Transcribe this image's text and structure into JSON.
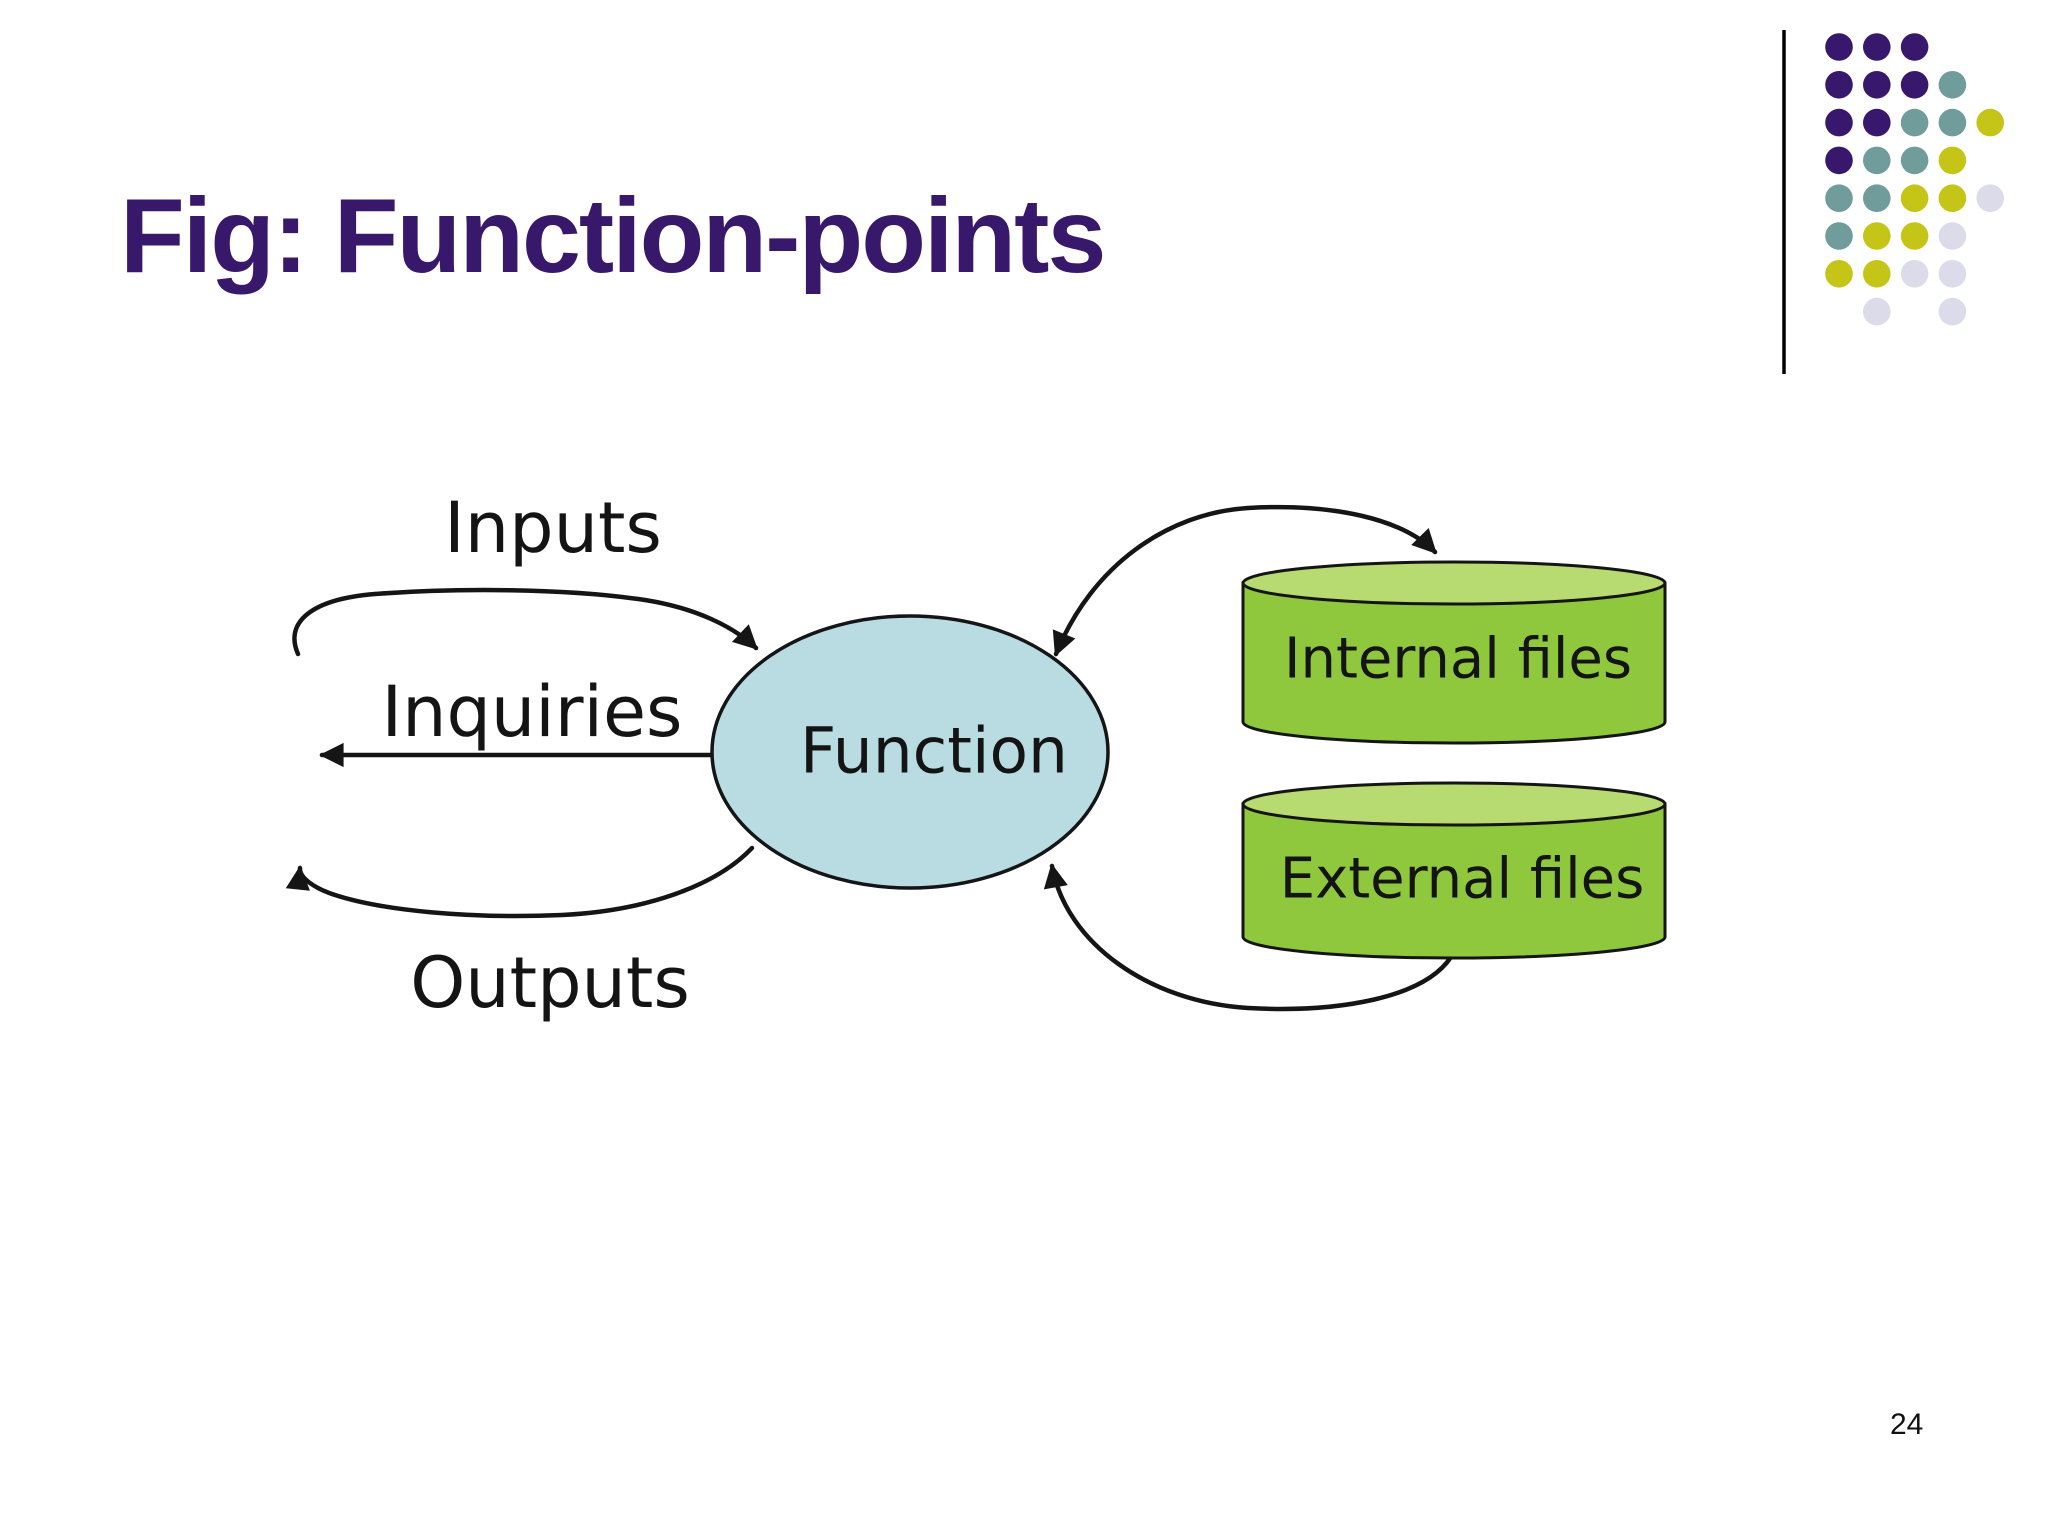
{
  "slide": {
    "title": "Fig: Function-points",
    "title_color": "#38186B",
    "page_number": "24",
    "background": "#FFFFFF"
  },
  "diagram": {
    "function_label": "Function",
    "inputs_label": "Inputs",
    "inquiries_label": "Inquiries",
    "outputs_label": "Outputs",
    "internal_files_label": "Internal files",
    "external_files_label": "External files",
    "colors": {
      "function_fill": "#B9DCE2",
      "cylinder_body": "#8FC83D",
      "cylinder_top": "#B7DB70",
      "outline": "#151515",
      "arrow": "#151515",
      "label_text": "#141414"
    },
    "arrows": [
      {
        "name": "inputs-arrow",
        "from": "left (external input)",
        "to": "Function",
        "heads": [
          "end"
        ]
      },
      {
        "name": "inquiries-arrow",
        "from": "Function",
        "to": "left (external)",
        "heads": [
          "end"
        ]
      },
      {
        "name": "outputs-arrow",
        "from": "Function",
        "to": "left (external output)",
        "heads": [
          "end"
        ]
      },
      {
        "name": "internal-files-arrow",
        "from": "Function",
        "to": "Internal files",
        "heads": [
          "start",
          "end"
        ]
      },
      {
        "name": "external-files-arrow",
        "from": "External files",
        "to": "Function",
        "heads": [
          "end"
        ]
      }
    ]
  },
  "decoration": {
    "line_color": "#000000",
    "palette": {
      "P": "#38186C",
      "T": "#719C9C",
      "Y": "#C4C517",
      "L": "#DBDBE9"
    },
    "dot_grid": [
      "PPP..",
      "PPPT.",
      "PPTTY",
      "PTTY.",
      "TTYYL",
      "TYYL.",
      "YYLL.",
      ".L.L."
    ]
  }
}
